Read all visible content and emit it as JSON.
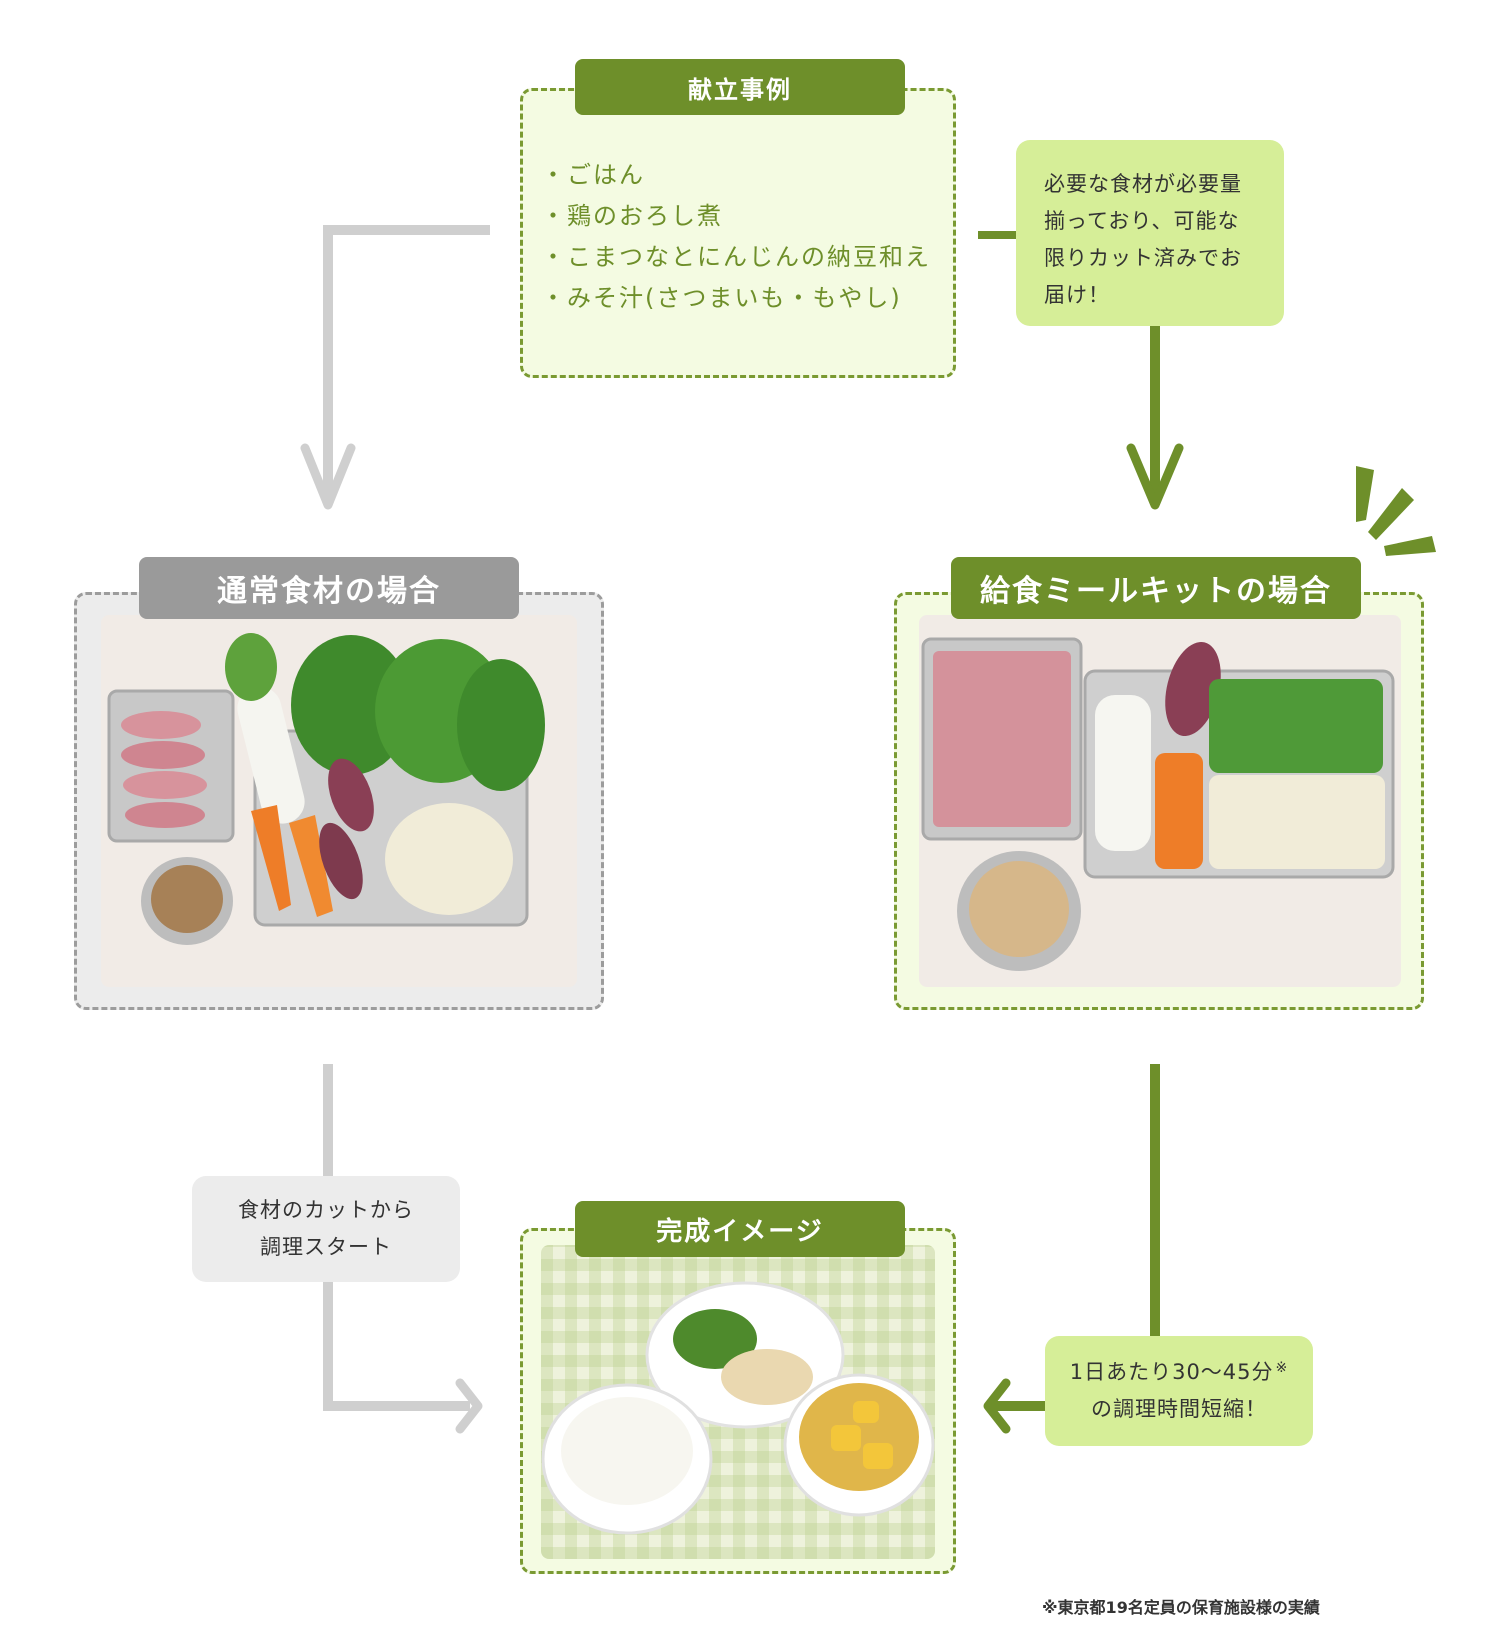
{
  "menu": {
    "title": "献立事例",
    "items": [
      "ごはん",
      "鶏のおろし煮",
      "こまつなとにんじんの納豆和え",
      "みそ汁(さつまいも・もやし)"
    ]
  },
  "mealkit_note": {
    "lines": [
      "必要な食材が必要量",
      "揃っており、可能な",
      "限りカット済みでお",
      "届け！"
    ]
  },
  "normal": {
    "title": "通常食材の場合",
    "note_lines": [
      "食材のカットから",
      "調理スタート"
    ]
  },
  "mealkit": {
    "title": "給食ミールキットの場合",
    "time_line1": "1日あたり30〜45分",
    "time_mark": "※",
    "time_line2": "の調理時間短縮！"
  },
  "finished": {
    "title": "完成イメージ"
  },
  "footnote": "※東京都19名定員の保育施設様の実績",
  "colors": {
    "accent_green": "#6e8f2a",
    "light_green": "#d6ee98",
    "panel_green_bg": "#f4fbe2",
    "gray_tag": "#9a9a9a",
    "gray_line": "#cfcfcf"
  },
  "icons": [
    "burst-lines-icon",
    "arrow-down-icon",
    "arrow-right-icon",
    "arrow-left-icon"
  ]
}
